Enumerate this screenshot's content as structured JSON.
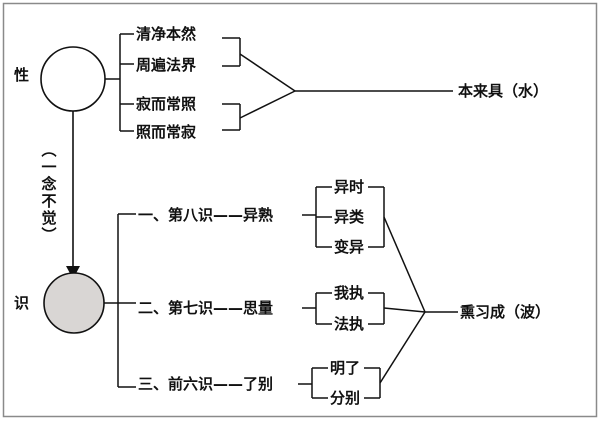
{
  "nature": {
    "label": "性",
    "attributes": [
      "清净本然",
      "周遍法界",
      "寂而常照",
      "照而常寂"
    ],
    "outcome": "本来具（水）"
  },
  "transition_label": "（一念不觉）",
  "consciousness": {
    "label": "识",
    "branches": [
      {
        "name": "一、第八识——异熟",
        "results": [
          "异时",
          "异类",
          "变异"
        ]
      },
      {
        "name": "二、第七识——思量",
        "results": [
          "我执",
          "法执"
        ]
      },
      {
        "name": "三、前六识——了别",
        "results": [
          "明了",
          "分别"
        ]
      }
    ],
    "outcome": "熏习成（波）"
  },
  "colors": {
    "line": "#111111",
    "frame": "#8a8a8a",
    "consciousness_fill": "#d9d6d4",
    "nature_fill": "#ffffff"
  }
}
